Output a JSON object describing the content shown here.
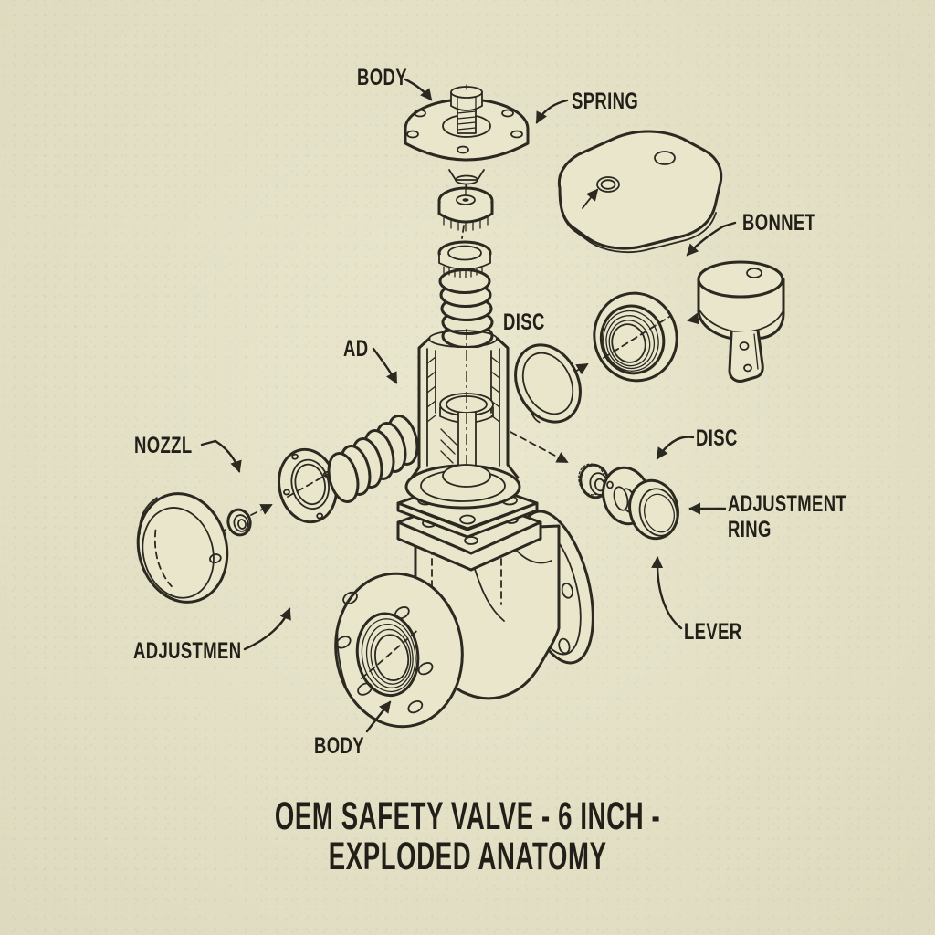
{
  "page": {
    "background": "#e9e6cc",
    "line_color": "#2b2920",
    "text_color": "#211f17"
  },
  "title": {
    "line1": "OEM SAFETY VALVE - 6 INCH -",
    "line2": "EXPLODED ANATOMY"
  },
  "labels": {
    "body_top": "BODY",
    "spring": "SPRING",
    "bonnet": "BONNET",
    "disc_center": "DISC",
    "ad": "AD",
    "nozzle": "NOZZL",
    "disc_right": "DISC",
    "adjustment_ring_line1": "ADJUSTMENT",
    "adjustment_ring_line2": "RING",
    "lever": "LEVER",
    "adjustment_left": "ADJUSTMEN",
    "body_bottom": "BODY"
  }
}
